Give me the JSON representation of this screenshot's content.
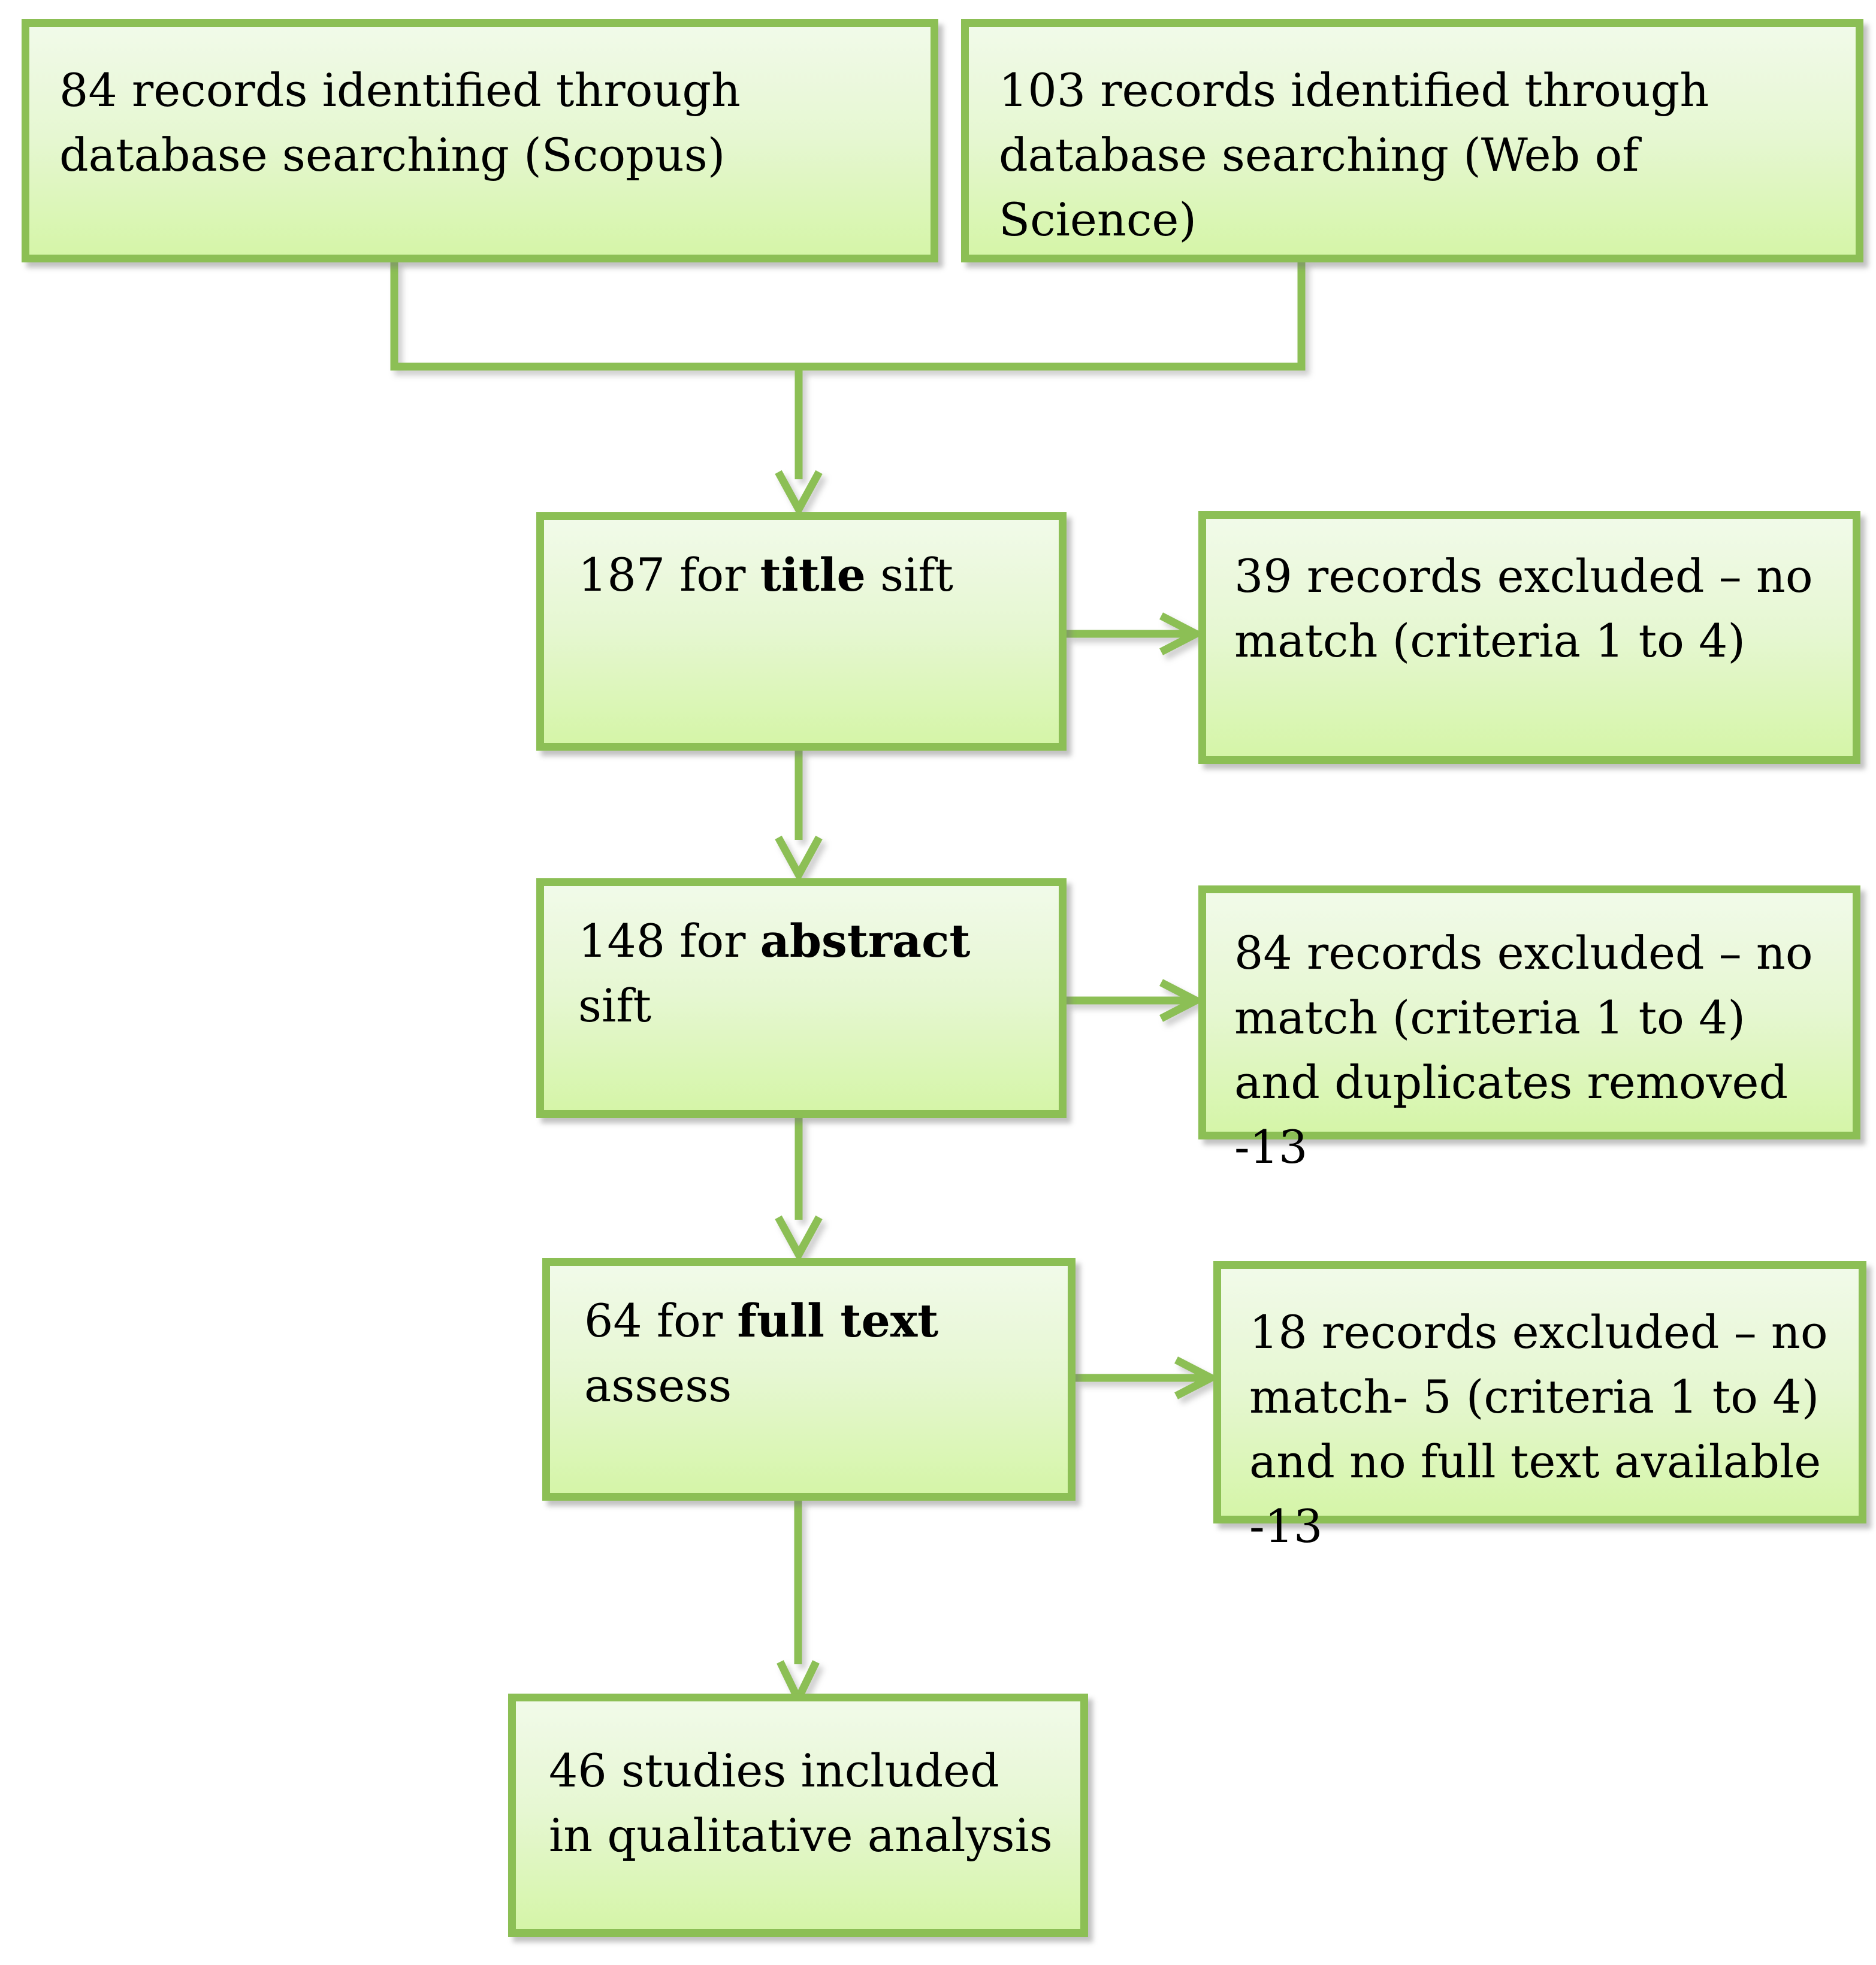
{
  "diagram": {
    "source_boxes": {
      "scopus": {
        "text": "84 records identified through database searching (Scopus)"
      },
      "web_of_science": {
        "text": "103 records identified through database searching (Web of Science)"
      }
    },
    "stages": {
      "title_sift": {
        "prefix": "187 for ",
        "bold": "title",
        "suffix": " sift",
        "excluded": {
          "text": "39 records excluded – no match (criteria 1 to 4)"
        }
      },
      "abstract_sift": {
        "prefix": "148 for ",
        "bold": "abstract",
        "suffix": " sift",
        "excluded": {
          "text": "84 records excluded – no match (criteria 1 to 4) and duplicates removed -13"
        }
      },
      "full_text_assess": {
        "prefix": "64 for ",
        "bold": "full text",
        "suffix": " assess",
        "excluded": {
          "text": "18 records excluded – no match- 5 (criteria 1 to 4) and no full text available -13"
        }
      }
    },
    "result_box": {
      "text": "46 studies included in qualitative analysis"
    },
    "colors": {
      "box_border": "#8cbf55",
      "connector": "#8cbf55",
      "fill_top": "#f1fae9",
      "fill_bottom": "#d5f5a8",
      "text": "#000000",
      "background": "#ffffff"
    }
  }
}
